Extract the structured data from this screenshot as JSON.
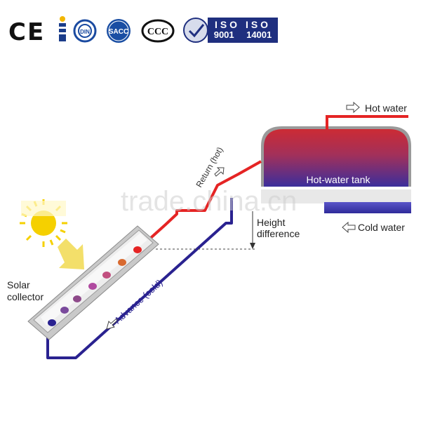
{
  "certifications": {
    "ce": "CE",
    "din_logo_text": "DIN",
    "sacc_logo_text": "SACC",
    "ccc_logo_text": "CCC",
    "iso_title": "ISO ISO",
    "iso_9001": "9001",
    "iso_14001": "14001"
  },
  "diagram": {
    "hot_water_label": "Hot water",
    "tank_label": "Hot-water tank",
    "cold_water_label": "Cold water",
    "height_difference_line1": "Height",
    "height_difference_line2": "difference",
    "solar_collector_line1": "Solar",
    "solar_collector_line2": "collector",
    "advance_label": "Advance (cold)",
    "return_label": "Return (hot)",
    "watermark": "trade.china.cn"
  },
  "colors": {
    "hot_pipe": "#e52424",
    "cold_pipe": "#2a2290",
    "tank_top": "#c82c3c",
    "tank_bottom": "#3a2d9a",
    "sun": "#f5d000",
    "arrow": "#f3df6a"
  }
}
